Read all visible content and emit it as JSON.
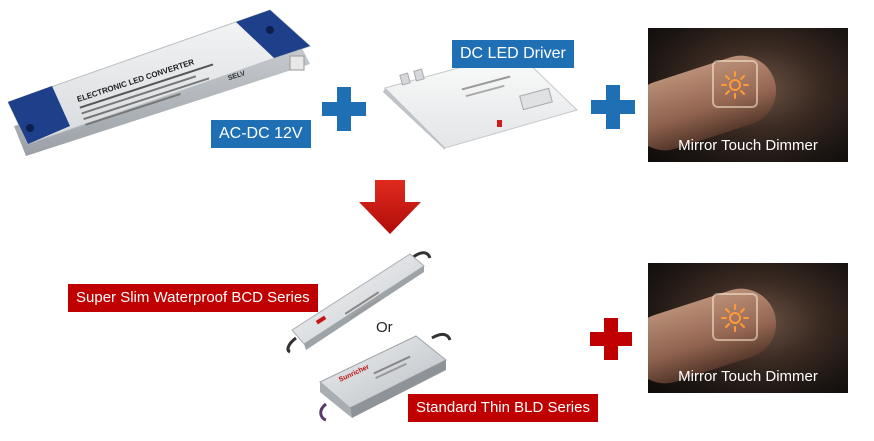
{
  "labels": {
    "ac_dc": "AC-DC 12V",
    "dc_led_driver": "DC LED Driver",
    "bcd_series": "Super Slim Waterproof BCD Series",
    "bld_series": "Standard Thin BLD Series",
    "or": "Or"
  },
  "dimmers": {
    "top_caption": "Mirror Touch Dimmer",
    "bottom_caption": "Mirror Touch Dimmer"
  },
  "device_texts": {
    "converter_title": "ELECTRONIC LED CONVERTER",
    "converter_selv": "SELV",
    "bld_brand": "Sunricher"
  },
  "colors": {
    "blue_label": "#1f6fb5",
    "red_label": "#c00000",
    "blue_plus": "#1f6fb5",
    "red_plus": "#c00000",
    "red_arrow": "#d0140f"
  }
}
